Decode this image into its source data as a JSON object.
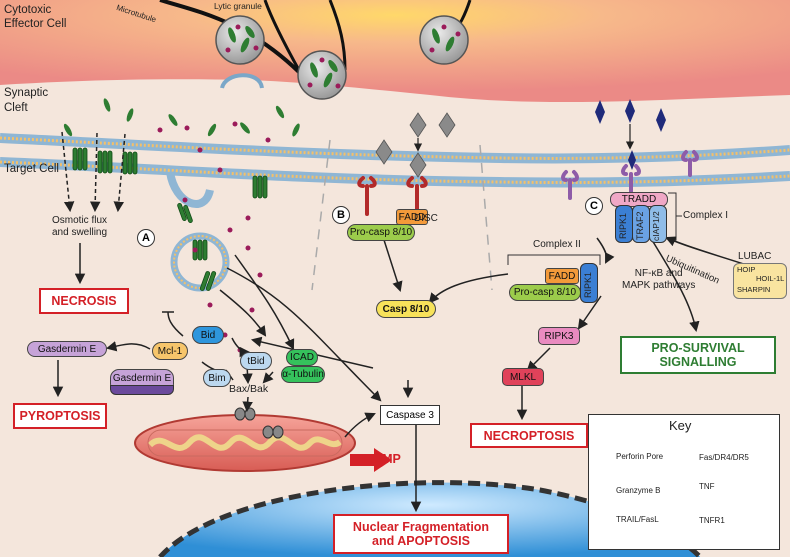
{
  "colors": {
    "accent_red": "#d42027",
    "survival_green": "#2e7d32",
    "perforin": "#2e7d32",
    "granzyme": "#9b1b5a",
    "trail": "#8a8a8a",
    "fas": "#b22a2a",
    "tnf": "#1f2a7a",
    "tnfr1": "#8e5ca8",
    "mito": "#e57a6f",
    "nucleus": "#2f8fd6"
  },
  "regions": {
    "effector": "Cytotoxic\nEffector Cell",
    "microtubule": "Microtubule",
    "lytic_granule": "Lytic granule",
    "synaptic_cleft": "Synaptic\nCleft",
    "target_cell": "Target Cell"
  },
  "sections": {
    "a": "A",
    "b": "B",
    "c": "C"
  },
  "necrosis": {
    "text": "Osmotic flux\nand swelling",
    "label": "NECROSIS"
  },
  "pyroptosis": {
    "gsdm_full": "Gasdermin E",
    "gsdm_cleaved": "Gasdermin E",
    "label": "PYROPTOSIS"
  },
  "molecules": {
    "mcl1": "Mcl-1",
    "bid": "Bid",
    "tbid": "tBid",
    "bim": "Bim",
    "icad": "ICAD",
    "tubulin": "α-Tubulin",
    "baxbak": "Bax/Bak",
    "momp": "MOMP",
    "casp3": "Caspase 3",
    "casp810": "Casp 8/10"
  },
  "disc": {
    "fadd": "FADD",
    "procasp": "Pro-casp 8/10",
    "label": "DISC"
  },
  "complex1": {
    "tradd": "TRADD",
    "ripk1": "RIPK1",
    "traf2": "TRAF2",
    "ciap": "cIAP1/2",
    "label": "Complex I"
  },
  "complex2": {
    "label": "Complex II",
    "fadd": "FADD",
    "procasp": "Pro-casp 8/10",
    "ripk1": "RIPK1"
  },
  "lubac": {
    "title": "LUBAC",
    "items": [
      "HOIP",
      "HOIL-1L",
      "SHARPIN"
    ],
    "ubiquitination": "Ubiquitination"
  },
  "nfkb": "NF-κB and\nMAPK pathways",
  "survival": "PRO-SURVIVAL\nSIGNALLING",
  "necroptosis": {
    "ripk3": "RIPK3",
    "mlkl": "MLKL",
    "label": "NECROPTOSIS"
  },
  "apoptosis": "Nuclear Fragmentation\nand APOPTOSIS",
  "key": {
    "title": "Key",
    "items": [
      {
        "label": "Perforin Pore",
        "icon": "perforin-pore-icon"
      },
      {
        "label": "Granzyme B",
        "icon": "granzyme-b-icon"
      },
      {
        "label": "TRAIL/FasL",
        "icon": "trail-fasl-icon"
      },
      {
        "label": "Fas/DR4/DR5",
        "icon": "fas-receptor-icon"
      },
      {
        "label": "TNF",
        "icon": "tnf-icon"
      },
      {
        "label": "TNFR1",
        "icon": "tnfr1-icon"
      }
    ]
  }
}
